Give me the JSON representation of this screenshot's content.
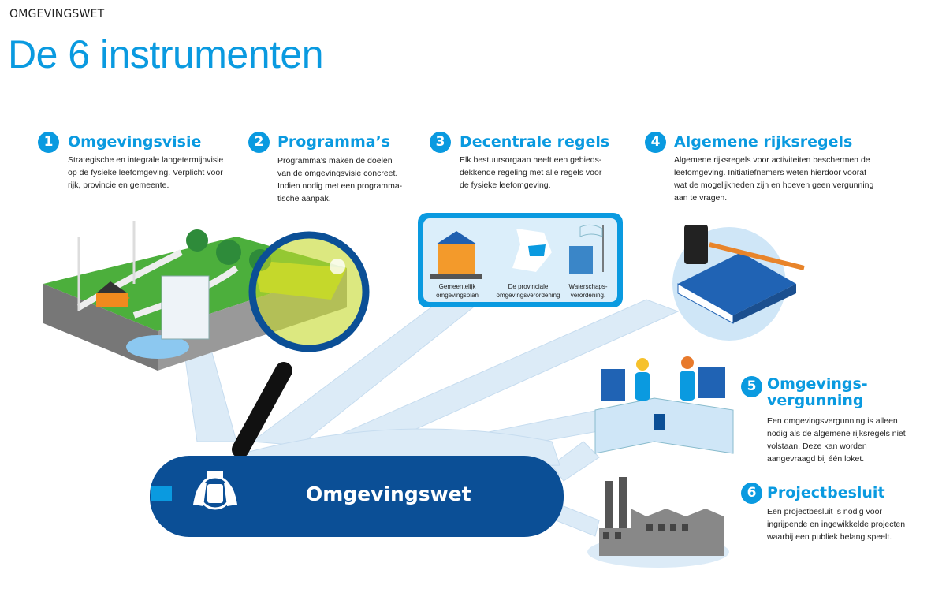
{
  "header": {
    "kicker": "OMGEVINGSWET",
    "title": "De 6 instrumenten"
  },
  "instruments": [
    {
      "number": "1",
      "title": "Omgevingsvisie",
      "lines": [
        "Strategische en integrale langetermijnvisie",
        "op de fysieke leefomgeving. Verplicht voor",
        "rijk, provincie en gemeente."
      ]
    },
    {
      "number": "2",
      "title": "Programma’s",
      "lines": [
        "Programma's maken de doelen",
        "van de omgevingsvisie concreet.",
        "Indien nodig met een programma-",
        "tische aanpak."
      ]
    },
    {
      "number": "3",
      "title": "Decentrale regels",
      "lines": [
        "Elk bestuursorgaan heeft een gebieds-",
        "dekkende regeling met alle regels voor",
        "de fysieke leefomgeving."
      ]
    },
    {
      "number": "4",
      "title": "Algemene rijksregels",
      "lines": [
        "Algemene rijksregels voor activiteiten beschermen de",
        "leefomgeving. Initiatiefnemers weten hierdoor vooraf",
        "wat de mogelijkheden zijn en hoeven geen vergunning",
        "aan te vragen."
      ]
    },
    {
      "number": "5",
      "title_lines": [
        "Omgevings-",
        "vergunning"
      ],
      "lines": [
        "Een omgevingsvergunning is alleen",
        "nodig als de algemene rijksregels niet",
        "volstaan. Deze kan worden",
        "aangevraagd bij één loket."
      ]
    },
    {
      "number": "6",
      "title": "Projectbesluit",
      "lines": [
        "Een projectbesluit is nodig voor",
        "ingrijpende en ingewikkelde projecten",
        "waarbij een publiek belang speelt."
      ]
    }
  ],
  "decentral_panel": {
    "captions": [
      [
        "Gemeentelijk",
        "omgevingsplan"
      ],
      [
        "De provinciale",
        "omgevingsverordening"
      ],
      [
        "Waterschaps-",
        "verordening."
      ]
    ]
  },
  "knife": {
    "label": "Omgevingswet"
  },
  "colors": {
    "accent": "#0a9ae0",
    "knife": "#0b4f96",
    "light": "#dcebf7"
  }
}
